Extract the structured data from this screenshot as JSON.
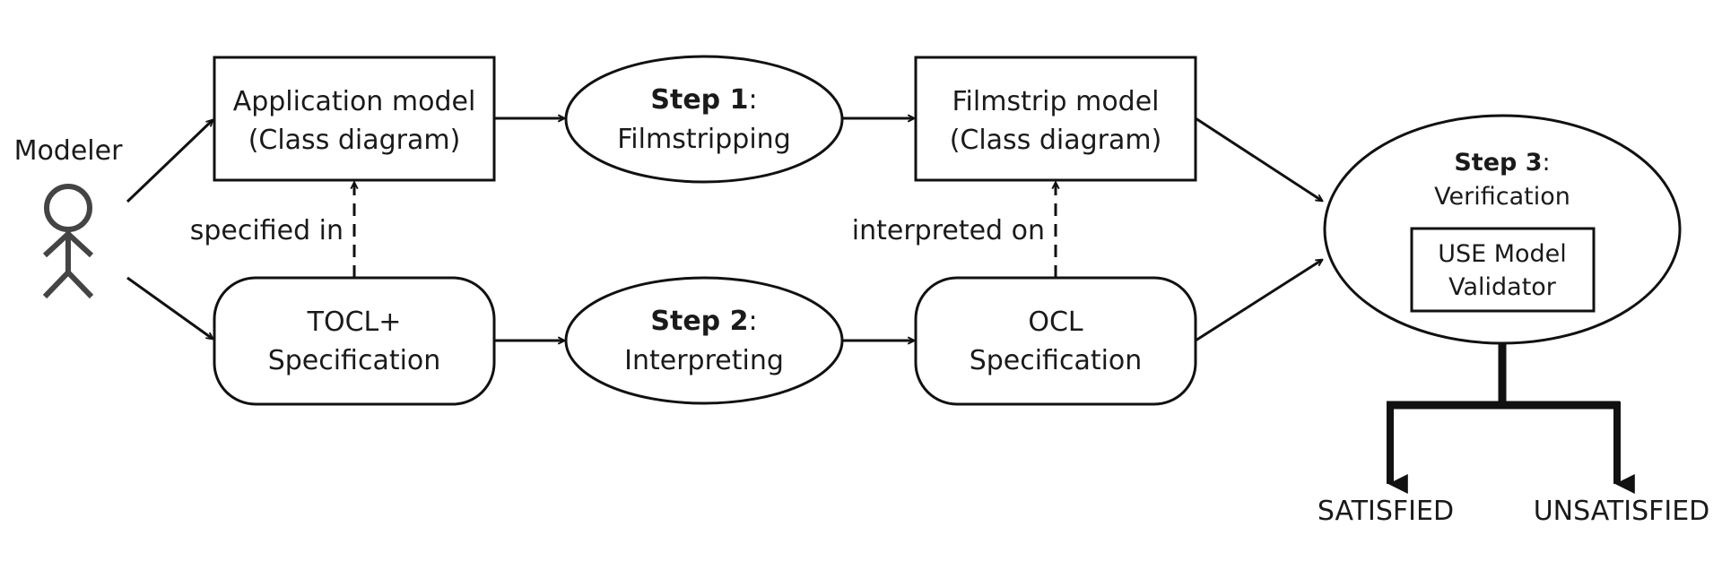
{
  "actor": {
    "label": "Modeler"
  },
  "nodes": {
    "application_model": {
      "line1": "Application model",
      "line2": "(Class diagram)"
    },
    "step1": {
      "bold": "Step 1",
      "suffix": ":",
      "line2": "Filmstripping"
    },
    "filmstrip_model": {
      "line1": "Filmstrip model",
      "line2": "(Class diagram)"
    },
    "tocl_spec": {
      "line1": "TOCL+",
      "line2": "Specification"
    },
    "step2": {
      "bold": "Step 2",
      "suffix": ":",
      "line2": "Interpreting"
    },
    "ocl_spec": {
      "line1": "OCL",
      "line2": "Specification"
    },
    "step3": {
      "bold": "Step 3",
      "suffix": ":",
      "line2": "Verification"
    },
    "validator": {
      "line1": "USE Model",
      "line2": "Validator"
    }
  },
  "edge_labels": {
    "specified_in": "specified in",
    "interpreted_on": "interpreted on"
  },
  "outcomes": {
    "satisfied": "SATISFIED",
    "unsatisfied": "UNSATISFIED"
  }
}
